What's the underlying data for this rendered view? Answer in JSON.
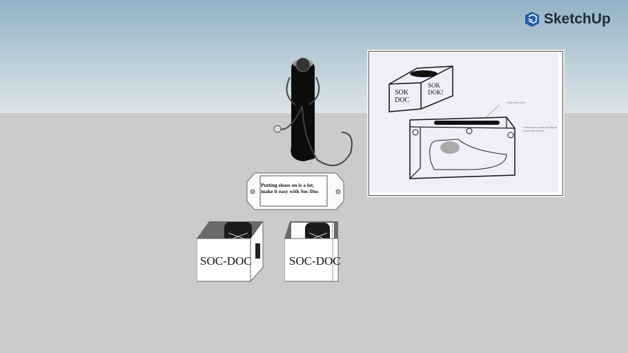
{
  "app": {
    "brand": "SketchUp"
  },
  "scene": {
    "sign_text_line1": "Putting shoes on is a lot,",
    "sign_text_line2": "make it easy with Soc-Doc",
    "box_left_label": "SOC-DOC",
    "box_right_label": "SOC-DOC",
    "sketch": {
      "box_label_front": "SOK DOC",
      "box_label_side": "SOK DOK!",
      "annotation_hole": "Foot entry hole",
      "annotation_cameras": "Cameras to scan and figure how to tie a shoe."
    }
  },
  "colors": {
    "sky_top": "#93b2c6",
    "ground": "#cbcbcb",
    "brand": "#1e5fa8"
  }
}
